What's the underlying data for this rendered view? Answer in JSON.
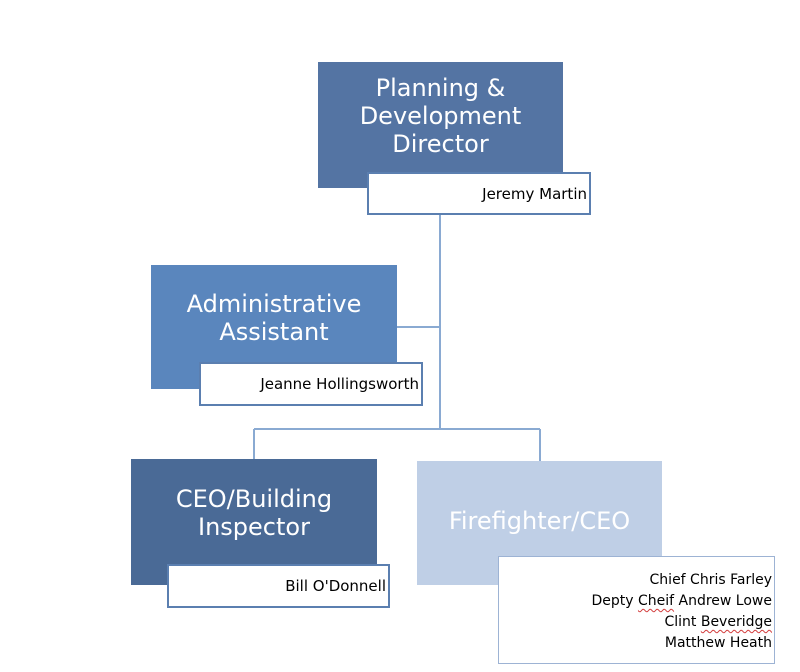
{
  "colors": {
    "connector": "#8aaad2",
    "director_box": "#5474a3",
    "admin_box": "#5a86bd",
    "ceo_box": "#4a6a96",
    "firefighter_box": "#bfcfe6",
    "name_border": "#5b7fb0"
  },
  "director": {
    "title": "Planning &\nDevelopment\nDirector",
    "name": "Jeremy Martin"
  },
  "admin": {
    "title": "Administrative\nAssistant",
    "name": "Jeanne Hollingsworth"
  },
  "ceo": {
    "title": "CEO/Building\nInspector",
    "name": "Bill O'Donnell"
  },
  "firefighter": {
    "title": "Firefighter/CEO",
    "members": [
      "Chief Chris Farley",
      "Depty Cheif Andrew Lowe",
      "Clint Beveridge",
      "Matthew Heath"
    ]
  }
}
